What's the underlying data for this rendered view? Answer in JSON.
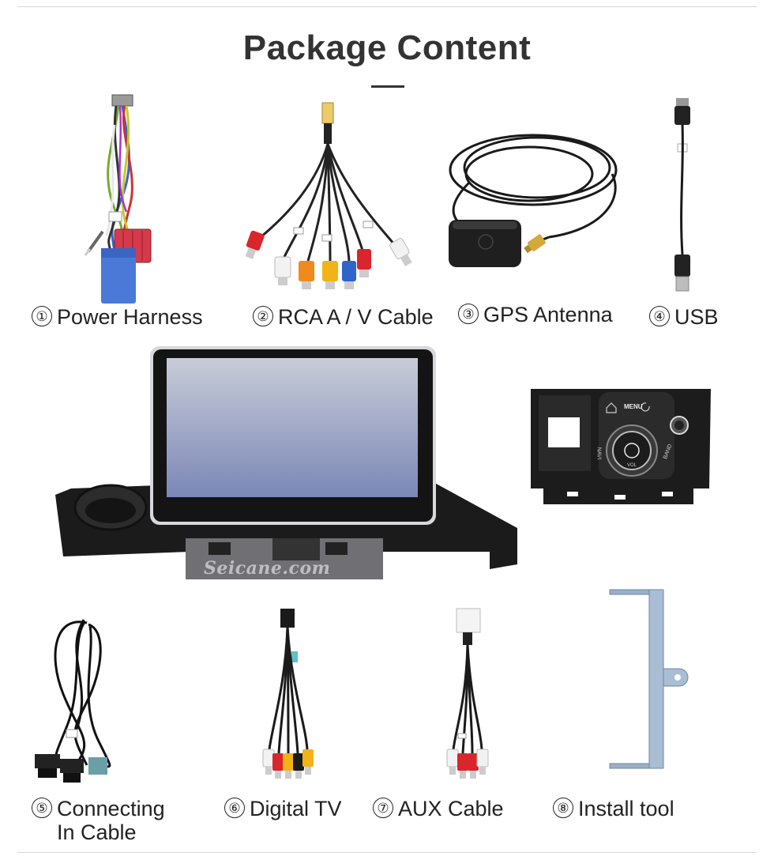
{
  "title": "Package Content",
  "watermark": "Seicane.com",
  "unit_labels": {
    "menu": "MENU",
    "navi": "NAVI",
    "band": "BAND",
    "vol": "VOL"
  },
  "items": [
    {
      "number": "①",
      "label": "Power Harness"
    },
    {
      "number": "②",
      "label": "RCA A / V Cable"
    },
    {
      "number": "③",
      "label": "GPS Antenna"
    },
    {
      "number": "④",
      "label": "USB"
    },
    {
      "number": "⑤",
      "label_line1": "Connecting",
      "label_line2": "In Cable"
    },
    {
      "number": "⑥",
      "label": "Digital TV"
    },
    {
      "number": "⑦",
      "label": "AUX Cable"
    },
    {
      "number": "⑧",
      "label": "Install tool"
    }
  ],
  "colors": {
    "title": "#333333",
    "rca_red": "#d8262c",
    "rca_white": "#f2f2f2",
    "rca_yellow": "#f0b418",
    "rca_orange": "#f08a1c",
    "rca_blue": "#2f64c8",
    "harness_red": "#d63a4a",
    "harness_blue": "#4a79d8",
    "bracket": "#9ab0c8"
  }
}
